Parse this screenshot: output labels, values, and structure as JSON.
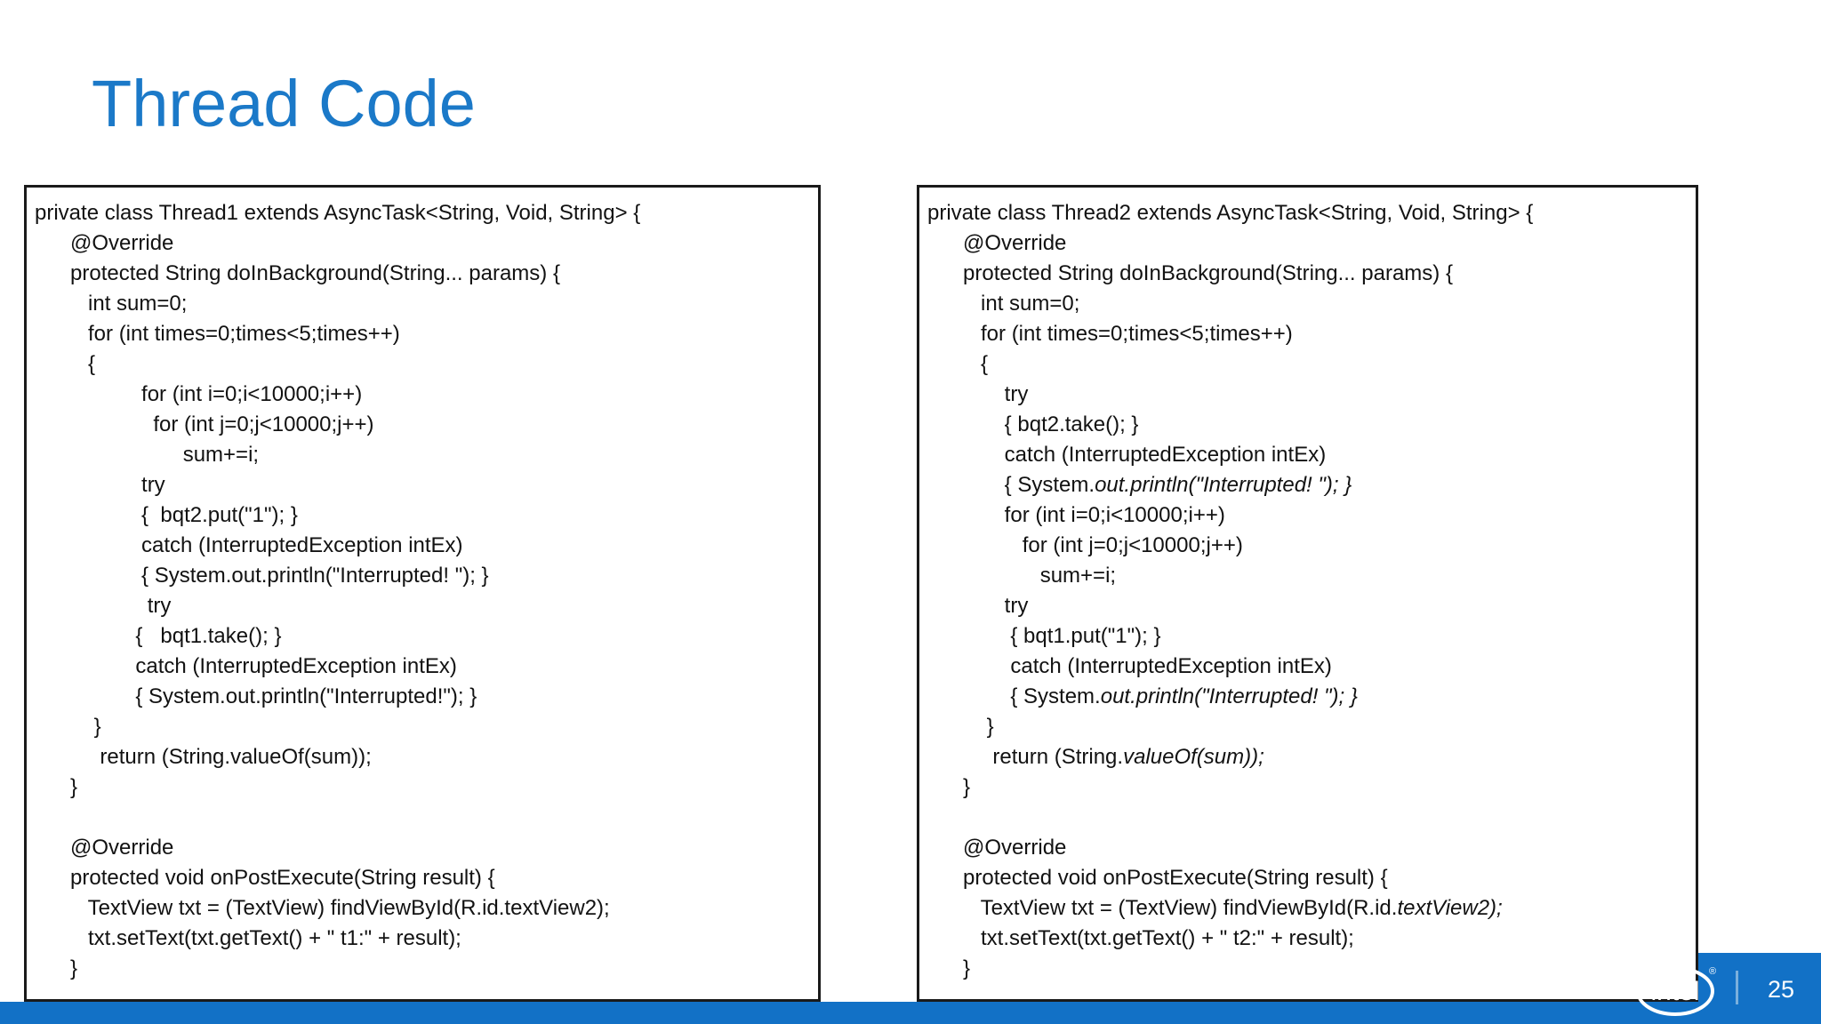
{
  "slide": {
    "title": "Thread Code",
    "page_number": "25",
    "logo_text": "intel",
    "logo_mark": "®"
  },
  "colors": {
    "title_blue": "#1b79c8",
    "bar_blue": "#1271c6",
    "code_text": "#121212",
    "box_border": "#1a1a1a",
    "divider_blue": "#7ab0dd",
    "logo_white": "#ffffff"
  },
  "code_boxes": [
    {
      "id": "thread1",
      "lines": [
        [
          {
            "text": "private class Thread1 extends AsyncTask<String, Void, String> {",
            "style": "normal"
          }
        ],
        [
          {
            "text": "      @Override",
            "style": "normal"
          }
        ],
        [
          {
            "text": "      protected String doInBackground(String... params) {",
            "style": "normal"
          }
        ],
        [
          {
            "text": "         int sum=0;",
            "style": "normal"
          }
        ],
        [
          {
            "text": "         for (int times=0;times<5;times++)",
            "style": "normal"
          }
        ],
        [
          {
            "text": "         {",
            "style": "normal"
          }
        ],
        [
          {
            "text": "                  for (int i=0;i<10000;i++)",
            "style": "normal"
          }
        ],
        [
          {
            "text": "                    for (int j=0;j<10000;j++)",
            "style": "normal"
          }
        ],
        [
          {
            "text": "                         sum+=i;",
            "style": "normal"
          }
        ],
        [
          {
            "text": "                  try",
            "style": "normal"
          }
        ],
        [
          {
            "text": "                  {  bqt2.put(\"1\"); }",
            "style": "normal"
          }
        ],
        [
          {
            "text": "                  catch (InterruptedException intEx)",
            "style": "normal"
          }
        ],
        [
          {
            "text": "                  { System.out.println(\"Interrupted! \"); }",
            "style": "normal"
          }
        ],
        [
          {
            "text": "                   try",
            "style": "normal"
          }
        ],
        [
          {
            "text": "                 {   bqt1.take(); }",
            "style": "normal"
          }
        ],
        [
          {
            "text": "                 catch (InterruptedException intEx)",
            "style": "normal"
          }
        ],
        [
          {
            "text": "                 { System.out.println(\"Interrupted!\"); }",
            "style": "normal"
          }
        ],
        [
          {
            "text": "          }",
            "style": "normal"
          }
        ],
        [
          {
            "text": "           return (String.valueOf(sum));",
            "style": "normal"
          }
        ],
        [
          {
            "text": "      }",
            "style": "normal"
          }
        ],
        [],
        [
          {
            "text": "      @Override",
            "style": "normal"
          }
        ],
        [
          {
            "text": "      protected void onPostExecute(String result) {",
            "style": "normal"
          }
        ],
        [
          {
            "text": "         TextView txt = (TextView) findViewById(R.id.textView2);",
            "style": "normal"
          }
        ],
        [
          {
            "text": "         txt.setText(txt.getText() + \" t1:\" + result);",
            "style": "normal"
          }
        ],
        [
          {
            "text": "      }",
            "style": "normal"
          }
        ]
      ]
    },
    {
      "id": "thread2",
      "lines": [
        [
          {
            "text": "private class Thread2 extends AsyncTask<String, Void, String> {",
            "style": "normal"
          }
        ],
        [
          {
            "text": "      @Override",
            "style": "normal"
          }
        ],
        [
          {
            "text": "      protected String doInBackground(String... params) {",
            "style": "normal"
          }
        ],
        [
          {
            "text": "         int sum=0;",
            "style": "normal"
          }
        ],
        [
          {
            "text": "         for (int times=0;times<5;times++)",
            "style": "normal"
          }
        ],
        [
          {
            "text": "         {",
            "style": "normal"
          }
        ],
        [
          {
            "text": "             try",
            "style": "normal"
          }
        ],
        [
          {
            "text": "             { bqt2.take(); }",
            "style": "normal"
          }
        ],
        [
          {
            "text": "             catch (InterruptedException intEx)",
            "style": "normal"
          }
        ],
        [
          {
            "text": "             { System.",
            "style": "normal"
          },
          {
            "text": "out.println(\"Interrupted! \"); }",
            "style": "italic"
          }
        ],
        [
          {
            "text": "             for (int i=0;i<10000;i++)",
            "style": "normal"
          }
        ],
        [
          {
            "text": "                for (int j=0;j<10000;j++)",
            "style": "normal"
          }
        ],
        [
          {
            "text": "                   sum+=i;",
            "style": "normal"
          }
        ],
        [
          {
            "text": "             try",
            "style": "normal"
          }
        ],
        [
          {
            "text": "              { bqt1.put(\"1\"); }",
            "style": "normal"
          }
        ],
        [
          {
            "text": "              catch (InterruptedException intEx)",
            "style": "normal"
          }
        ],
        [
          {
            "text": "              { System.",
            "style": "normal"
          },
          {
            "text": "out.println(\"Interrupted! \"); }",
            "style": "italic"
          }
        ],
        [
          {
            "text": "          }",
            "style": "normal"
          }
        ],
        [
          {
            "text": "           return (String.",
            "style": "normal"
          },
          {
            "text": "valueOf(sum));",
            "style": "italic"
          }
        ],
        [
          {
            "text": "      }",
            "style": "normal"
          }
        ],
        [],
        [
          {
            "text": "      @Override",
            "style": "normal"
          }
        ],
        [
          {
            "text": "      protected void onPostExecute(String result) {",
            "style": "normal"
          }
        ],
        [
          {
            "text": "         TextView txt = (TextView) findViewById(R.id.",
            "style": "normal"
          },
          {
            "text": "textView2);",
            "style": "italic"
          }
        ],
        [
          {
            "text": "         txt.setText(txt.getText() + \" t2:\" + result);",
            "style": "normal"
          }
        ],
        [
          {
            "text": "      }",
            "style": "normal"
          }
        ]
      ]
    }
  ]
}
